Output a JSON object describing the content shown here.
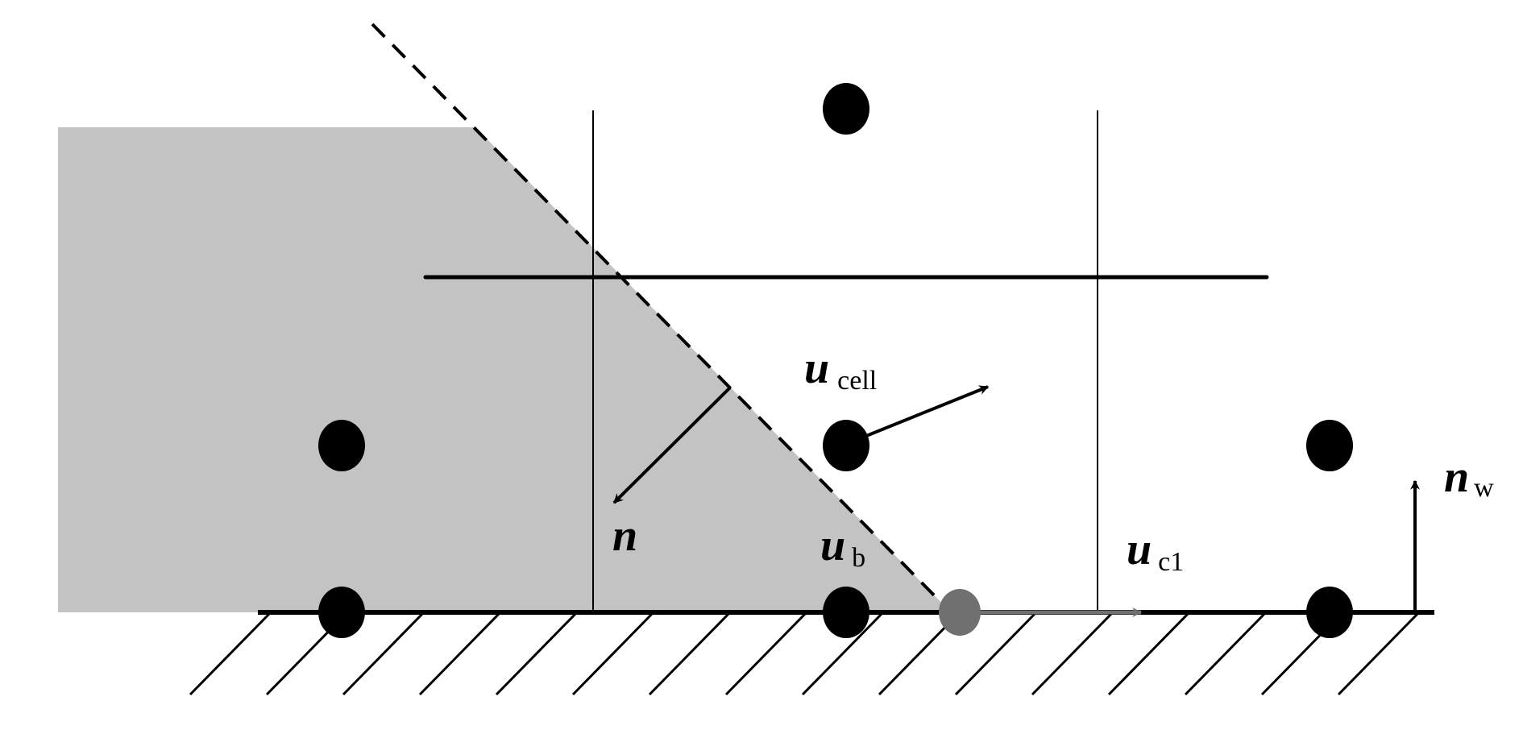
{
  "colors": {
    "fluid_region": "#c3c3c3",
    "line": "#000000",
    "node": "#000000",
    "contact_point": "#707070",
    "contact_arrow": "#707070",
    "background": "#ffffff"
  },
  "labels": {
    "u_cell": {
      "main": "u",
      "sub": "cell"
    },
    "n": {
      "main": "n"
    },
    "u_b": {
      "main": "u",
      "sub": "b"
    },
    "u_c1": {
      "main": "u",
      "sub": "c1"
    },
    "n_w": {
      "main": "n",
      "sub": "w"
    }
  }
}
